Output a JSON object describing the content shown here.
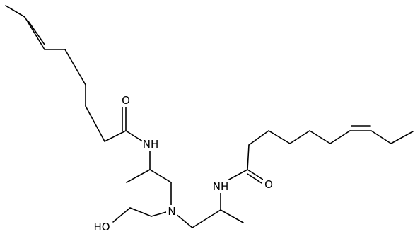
{
  "molecule": {
    "atoms": {
      "o_left": "O",
      "nh_left": "NH",
      "n_center": "N",
      "nh_right": "NH",
      "o_right": "O",
      "ho": "HO"
    }
  },
  "colors": {
    "bond": "#000000",
    "label": "#000000",
    "background": "#ffffff"
  }
}
